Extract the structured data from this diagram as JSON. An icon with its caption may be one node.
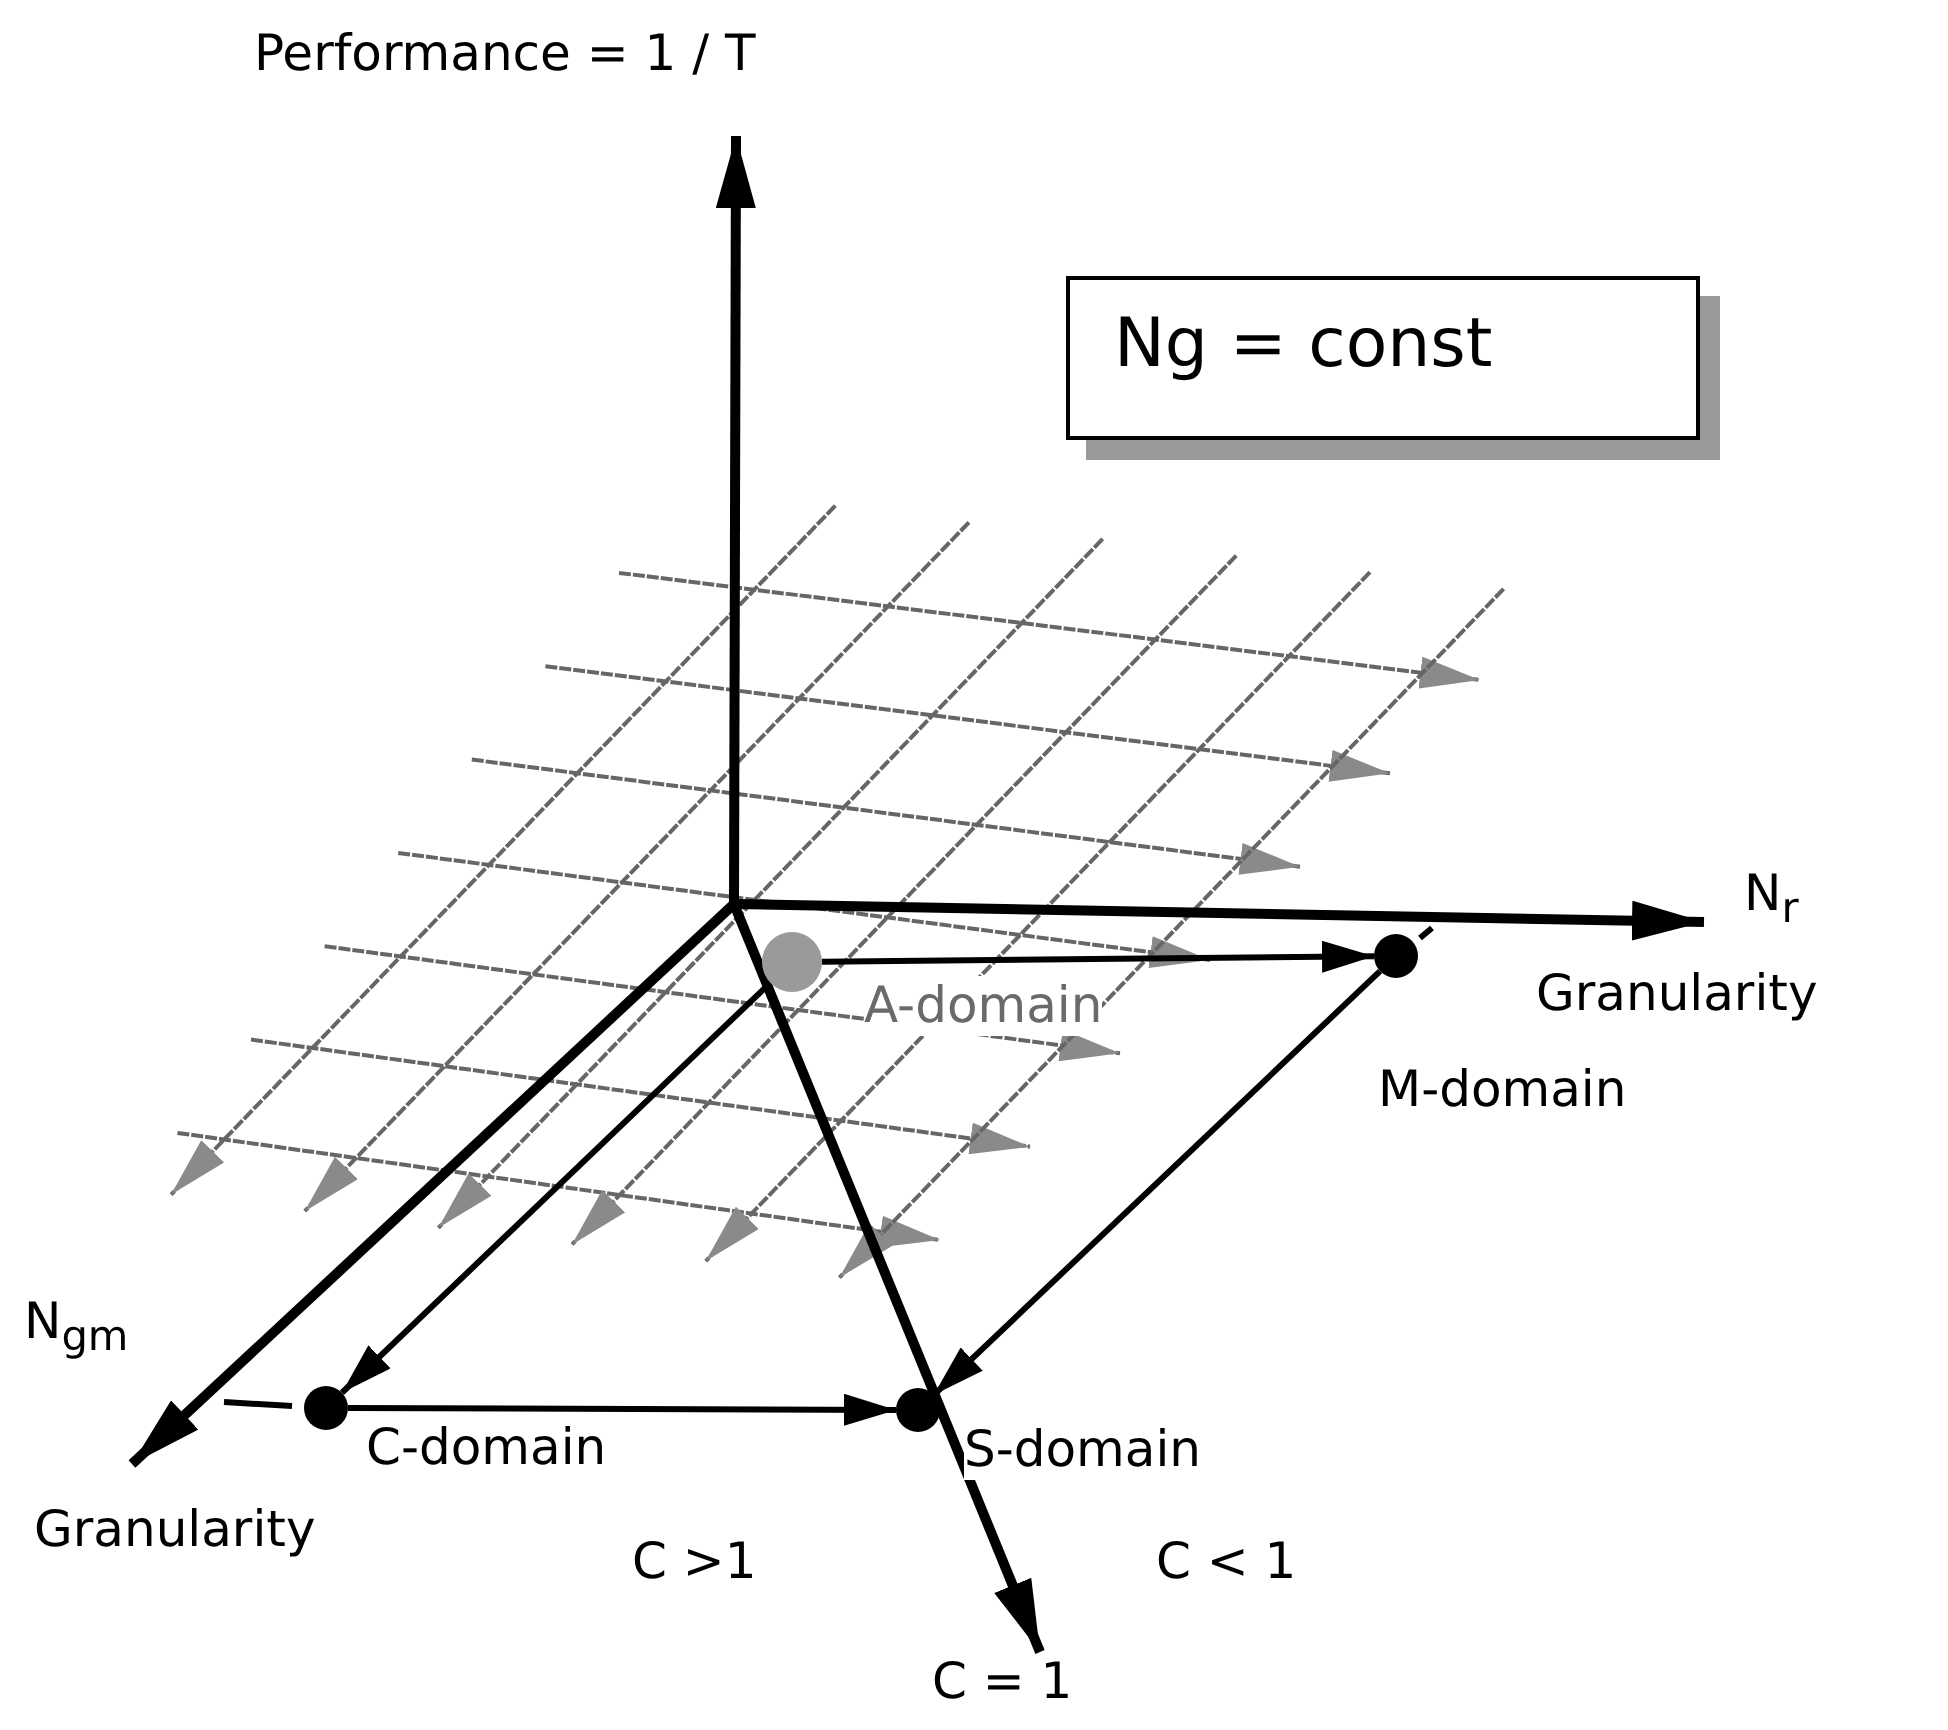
{
  "diagram": {
    "nodes": [
      {
        "text": [
          "Ng = const"
        ]
      },
      {
        "text": [],
        "shape": "circle",
        "beside": [
          "A-domain"
        ]
      },
      {
        "text": [],
        "shape": "circle",
        "beside": [
          "M-domain"
        ]
      },
      {
        "text": [],
        "shape": "circle",
        "beside": [
          "C-domain"
        ]
      },
      {
        "text": [],
        "shape": "circle",
        "beside": [
          "S-domain"
        ]
      }
    ],
    "edges": [
      {
        "from": 1,
        "to": 2,
        "arrow": "to"
      },
      {
        "from": 1,
        "to": 3,
        "arrow": "to"
      },
      {
        "from": 2,
        "to": 4,
        "arrow": "to"
      },
      {
        "from": 3,
        "to": 4,
        "arrow": "to"
      }
    ],
    "labels": [
      "Performance = 1 / T",
      "N$_{r}$",
      "Granularity",
      "N$_{gm}$",
      "Granularity",
      "C >1",
      "C < 1",
      "C = 1"
    ]
  }
}
